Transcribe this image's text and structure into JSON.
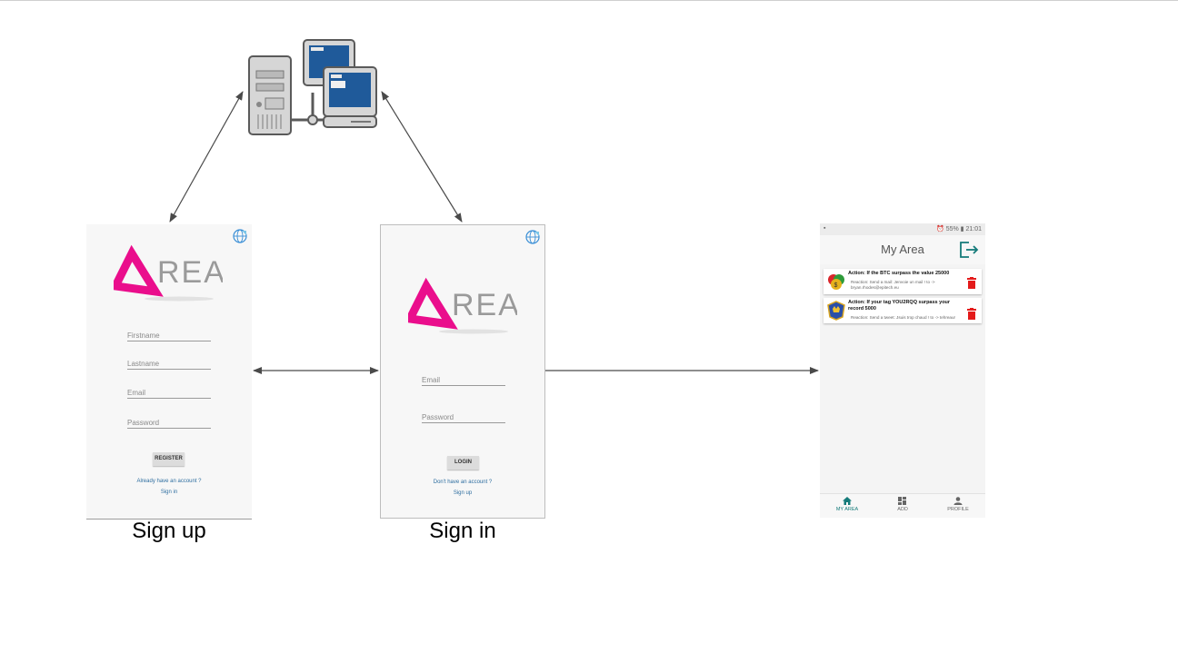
{
  "diagram": {
    "signup_caption": "Sign up",
    "signin_caption": "Sign in"
  },
  "signup_screen": {
    "logo_text": "REA",
    "fields": {
      "firstname": "Firstname",
      "lastname": "Lastname",
      "email": "Email",
      "password": "Password"
    },
    "register_button": "REGISTER",
    "already_account": "Already have an account ?",
    "signin_link": "Sign in"
  },
  "signin_screen": {
    "logo_text": "REA",
    "fields": {
      "email": "Email",
      "password": "Password"
    },
    "login_button": "LOGIN",
    "no_account": "Don't have an account ?",
    "signup_link": "Sign up"
  },
  "myarea_screen": {
    "status": {
      "signal": "55%",
      "time": "21:01"
    },
    "title": "My Area",
    "cards": [
      {
        "action": "Action: If the BTC surpass the value 25000",
        "reaction": "Reaction: Send a mail: Jenvoie un mail ! to -> bryan.rhodes@epitech.eu"
      },
      {
        "action": "Action: If your tag YOU2RQQ surpass your record 5000",
        "reaction": "Reaction: Send a tweet: Jsuis trop chaud ! to -> tehreaur"
      }
    ],
    "nav": {
      "my_area": "MY AREA",
      "add": "ADD",
      "profile": "PROFILE"
    },
    "colors": {
      "accent": "#157b7a",
      "delete": "#e41b1b",
      "logo_pink": "#ea0e8c"
    }
  }
}
